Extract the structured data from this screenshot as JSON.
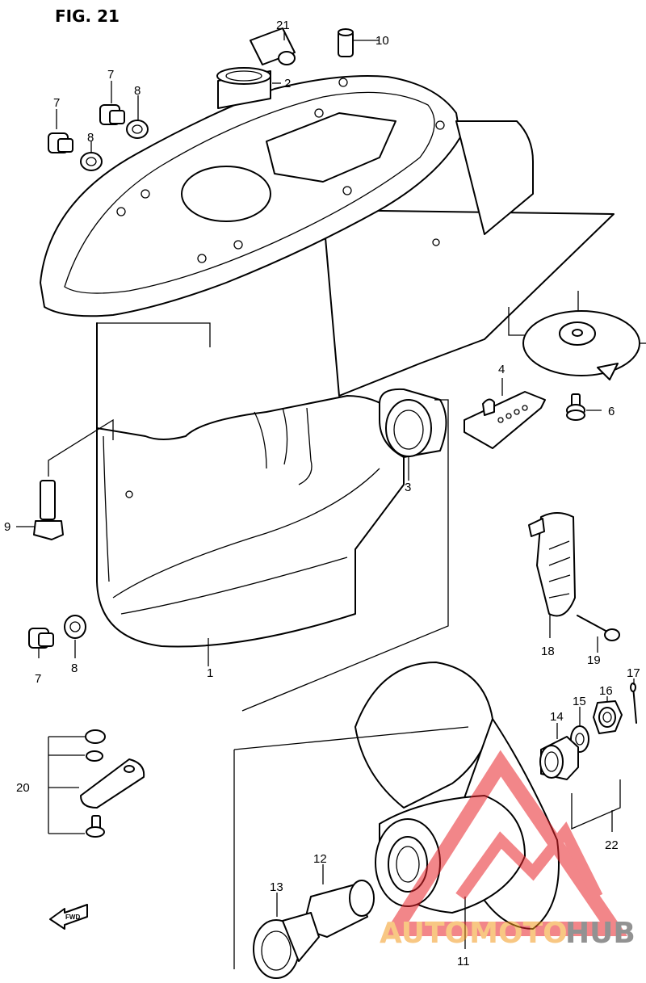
{
  "figure": {
    "title": "FIG. 21"
  },
  "callouts": [
    {
      "id": "c1",
      "text": "1"
    },
    {
      "id": "c2",
      "text": "2"
    },
    {
      "id": "c3",
      "text": "3"
    },
    {
      "id": "c4",
      "text": "4"
    },
    {
      "id": "c6",
      "text": "6"
    },
    {
      "id": "c7a",
      "text": "7"
    },
    {
      "id": "c7b",
      "text": "7"
    },
    {
      "id": "c7c",
      "text": "7"
    },
    {
      "id": "c8a",
      "text": "8"
    },
    {
      "id": "c8b",
      "text": "8"
    },
    {
      "id": "c8c",
      "text": "8"
    },
    {
      "id": "c9",
      "text": "9"
    },
    {
      "id": "c10",
      "text": "10"
    },
    {
      "id": "c11",
      "text": "11"
    },
    {
      "id": "c12",
      "text": "12"
    },
    {
      "id": "c13",
      "text": "13"
    },
    {
      "id": "c14",
      "text": "14"
    },
    {
      "id": "c15",
      "text": "15"
    },
    {
      "id": "c16",
      "text": "16"
    },
    {
      "id": "c17",
      "text": "17"
    },
    {
      "id": "c18",
      "text": "18"
    },
    {
      "id": "c19",
      "text": "19"
    },
    {
      "id": "c20",
      "text": "20"
    },
    {
      "id": "c21",
      "text": "21"
    },
    {
      "id": "c22",
      "text": "22"
    }
  ],
  "direction_marker": {
    "text": "FWD"
  },
  "watermark": {
    "brand_part1": "AUTOMOTO",
    "brand_part2": "HUB",
    "color_primary": "#e8242a",
    "color_secondary": "#f39a1f",
    "color_dark": "#3a3a3a"
  }
}
